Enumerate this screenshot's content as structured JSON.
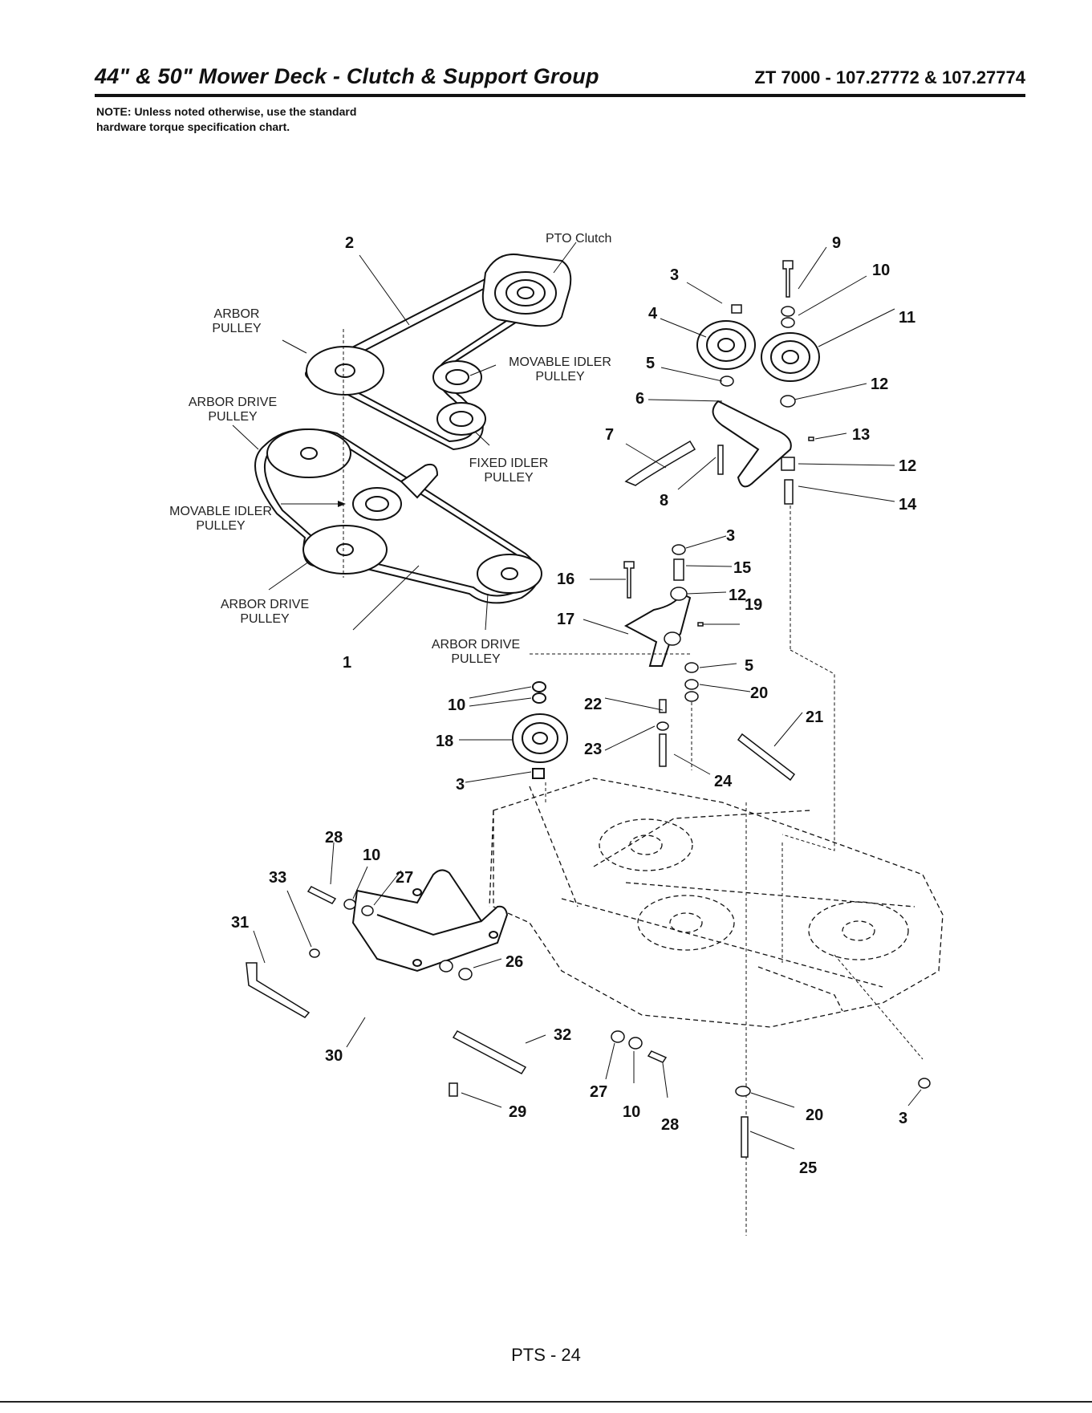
{
  "header": {
    "title": "44\" & 50\" Mower Deck - Clutch & Support Group",
    "model": "ZT 7000 - 107.27772 & 107.27774"
  },
  "note": "NOTE: Unless noted otherwise, use the standard hardware torque specification chart.",
  "component_labels": [
    {
      "id": "pto",
      "lines": [
        "PTO Clutch"
      ]
    },
    {
      "id": "arbor-pulley",
      "lines": [
        "ARBOR",
        "PULLEY"
      ]
    },
    {
      "id": "arbor-drive-1",
      "lines": [
        "ARBOR DRIVE",
        "PULLEY"
      ]
    },
    {
      "id": "movable-idler-top",
      "lines": [
        "MOVABLE IDLER",
        "PULLEY"
      ]
    },
    {
      "id": "fixed-idler",
      "lines": [
        "FIXED IDLER",
        "PULLEY"
      ]
    },
    {
      "id": "movable-idler-left",
      "lines": [
        "MOVABLE IDLER",
        "PULLEY"
      ]
    },
    {
      "id": "arbor-drive-2",
      "lines": [
        "ARBOR DRIVE",
        "PULLEY"
      ]
    },
    {
      "id": "arbor-drive-3",
      "lines": [
        "ARBOR DRIVE",
        "PULLEY"
      ]
    }
  ],
  "callouts": [
    "2",
    "9",
    "3",
    "10",
    "4",
    "11",
    "5",
    "12",
    "6",
    "13",
    "7",
    "12",
    "8",
    "14",
    "3",
    "15",
    "16",
    "12",
    "17",
    "19",
    "1",
    "5",
    "10",
    "22",
    "20",
    "21",
    "18",
    "23",
    "3",
    "24",
    "28",
    "10",
    "33",
    "27",
    "31",
    "26",
    "32",
    "30",
    "27",
    "10",
    "28",
    "29",
    "20",
    "3",
    "25"
  ],
  "footer": {
    "page": "PTS - 24"
  }
}
